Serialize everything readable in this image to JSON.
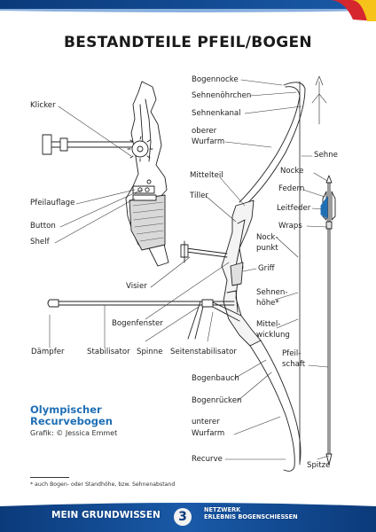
{
  "title": "BESTANDTEILE PFEIL/BOGEN",
  "labels": {
    "klicker": "Klicker",
    "pfeilauflage": "Pfeilauflage",
    "button": "Button",
    "shelf": "Shelf",
    "visier": "Visier",
    "bogenfenster": "Bogenfenster",
    "daempfer": "Dämpfer",
    "stabilisator": "Stabilisator",
    "spinne": "Spinne",
    "seitenstabilisator": "Seitenstabilisator",
    "bogennocke": "Bogennocke",
    "sehnenoehrchen": "Sehnenöhrchen",
    "sehnenkanal": "Sehnenkanal",
    "oberer_wurfarm_1": "oberer",
    "oberer_wurfarm_2": "Wurfarm",
    "mittelteil": "Mittelteil",
    "tiller": "Tiller",
    "nockpunkt_1": "Nock-",
    "nockpunkt_2": "punkt",
    "griff": "Griff",
    "sehnenhoehe_1": "Sehnen-",
    "sehnenhoehe_2": "höhe*",
    "mittelwicklung_1": "Mittel-",
    "mittelwicklung_2": "wicklung",
    "bogenbauch": "Bogenbauch",
    "bogenruecken": "Bogenrücken",
    "unterer_wurfarm_1": "unterer",
    "unterer_wurfarm_2": "Wurfarm",
    "recurve": "Recurve",
    "sehne": "Sehne",
    "nocke": "Nocke",
    "federn": "Federn",
    "leitfeder": "Leitfeder",
    "wraps": "Wraps",
    "pfeilschaft_1": "Pfeil-",
    "pfeilschaft_2": "schaft",
    "spitze": "Spitze"
  },
  "caption": {
    "line1": "Olympischer",
    "line2": "Recurvebogen",
    "credit": "Grafik: © Jessica Emmet"
  },
  "footnote": "* auch Bogen- oder Standhöhe, bzw. Sehnenabstand",
  "footer": {
    "left": "MEIN GRUNDWISSEN",
    "page": "3",
    "right_1": "NETZWERK",
    "right_2": "ERLEBNIS BOGENSCHIESSEN"
  },
  "colors": {
    "accent_blue": "#1f6fb5",
    "footer_blue": "#0b3a7a",
    "corner_red": "#d6262e",
    "corner_yellow": "#f6c31a"
  }
}
